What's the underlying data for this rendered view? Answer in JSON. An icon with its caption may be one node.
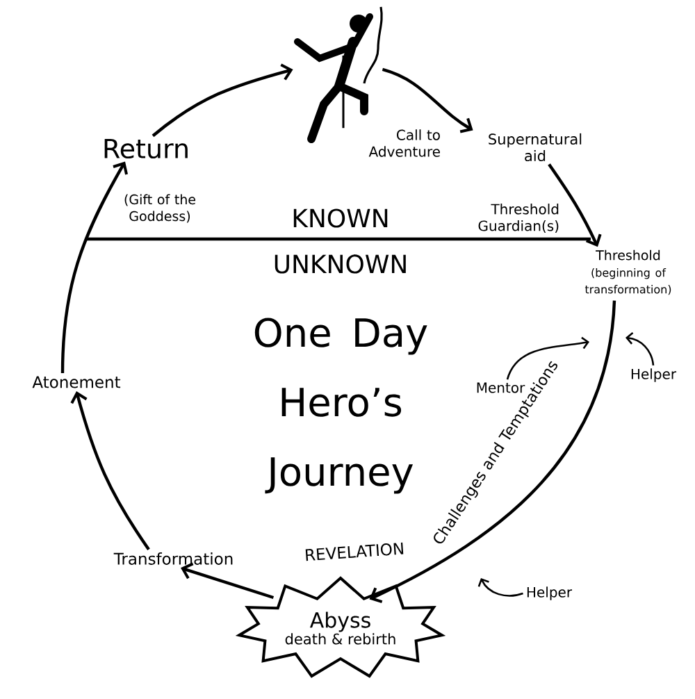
{
  "diagram": {
    "title": "One Day Hero’s Journey",
    "nodes": [
      {
        "text": [],
        "shape": "person"
      },
      {
        "text": [
          "Supernatural aid"
        ]
      },
      {
        "text": [
          "Threshold",
          "(beginning of transformation)"
        ]
      },
      {
        "text": [
          "Abyss",
          "death & rebirth"
        ],
        "beside": [
          "REVELATION"
        ]
      },
      {
        "text": [
          "Transformation"
        ]
      },
      {
        "text": [
          "Atonement"
        ]
      },
      {
        "text": [
          "Return"
        ],
        "beside": [
          "(Gift of the Goddess)"
        ]
      },
      {
        "text": [
          "Mentor"
        ]
      },
      {
        "text": [
          "Helper"
        ]
      },
      {
        "text": [
          "Helper"
        ]
      }
    ],
    "edges": [
      {
        "from": 0,
        "to": 1,
        "arrow": "to",
        "label": "Call to Adventure"
      },
      {
        "from": 1,
        "to": 2,
        "arrow": "to",
        "label": "Threshold Guardian(s)"
      },
      {
        "from": 2,
        "to": 3,
        "arrow": "to",
        "label": "Challenges and Temptations"
      },
      {
        "from": 3,
        "to": 4,
        "arrow": "to"
      },
      {
        "from": 4,
        "to": 5,
        "arrow": "to"
      },
      {
        "from": 5,
        "to": 6,
        "arrow": "to"
      },
      {
        "from": 6,
        "to": 0,
        "arrow": "to"
      },
      {
        "from": 7,
        "to": null,
        "arrow": "to"
      },
      {
        "from": 8,
        "to": null,
        "arrow": "to"
      },
      {
        "from": 9,
        "to": null,
        "arrow": "to"
      }
    ],
    "labels": [
      "KNOWN",
      "UNKNOWN"
    ]
  }
}
